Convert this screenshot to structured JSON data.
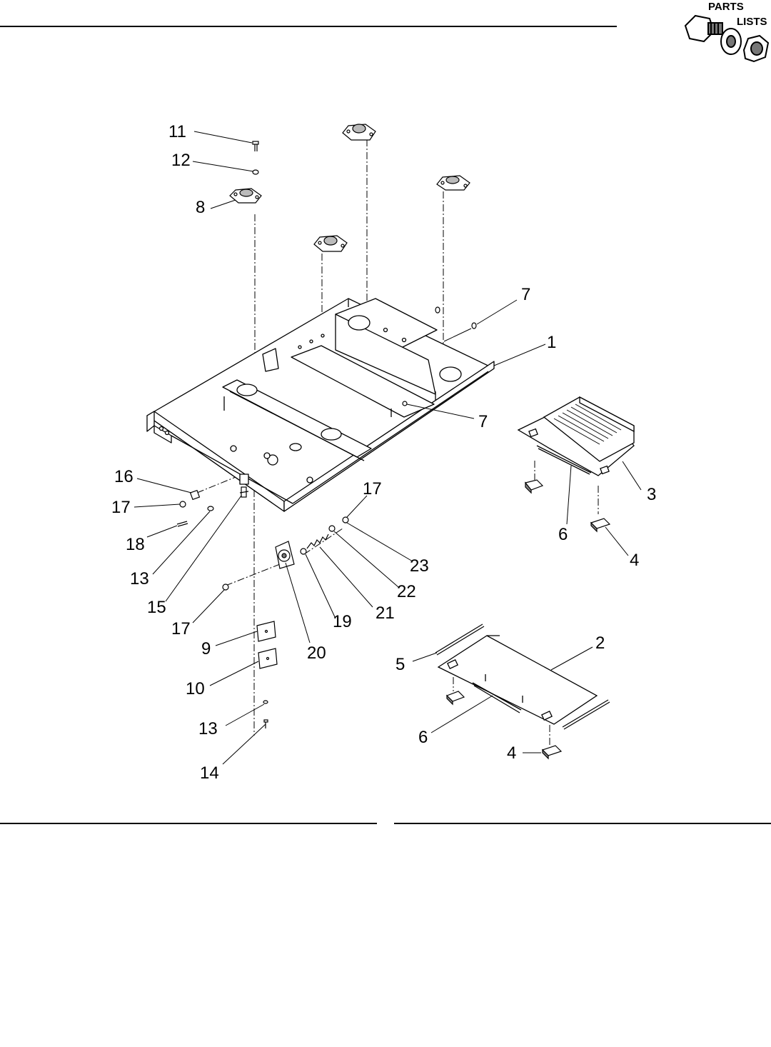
{
  "header": {
    "badge_line1": "PARTS",
    "badge_line2": "LISTS"
  },
  "diagram": {
    "callouts": {
      "c11": "11",
      "c12": "12",
      "c8": "8",
      "c7a": "7",
      "c1": "1",
      "c7b": "7",
      "c16": "16",
      "c17a": "17",
      "c17b": "17",
      "c18": "18",
      "c13a": "13",
      "c15": "15",
      "c17c": "17",
      "c23": "23",
      "c22": "22",
      "c21": "21",
      "c19": "19",
      "c20": "20",
      "c9": "9",
      "c10": "10",
      "c13b": "13",
      "c14": "14",
      "c3": "3",
      "c6a": "6",
      "c4a": "4",
      "c2": "2",
      "c5": "5",
      "c6b": "6",
      "c4b": "4"
    }
  }
}
